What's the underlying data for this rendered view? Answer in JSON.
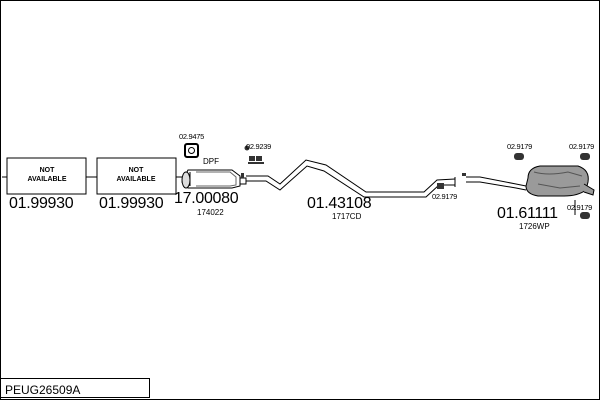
{
  "diagram": {
    "code": "PEUG26509A",
    "parts": [
      {
        "label": "NOT\nAVAILABLE",
        "part_number": "01.99930"
      },
      {
        "label": "NOT\nAVAILABLE",
        "part_number": "01.99930"
      },
      {
        "label": "DPF",
        "part_number": "17.00080",
        "ref": "174022"
      },
      {
        "part_number": "01.43108",
        "ref": "1717CD"
      },
      {
        "part_number": "01.61111",
        "ref": "1726WP"
      }
    ],
    "fittings": [
      "02.9475",
      "02.9239",
      "02.9179",
      "02.9179",
      "02.9179",
      "02.9179"
    ]
  }
}
